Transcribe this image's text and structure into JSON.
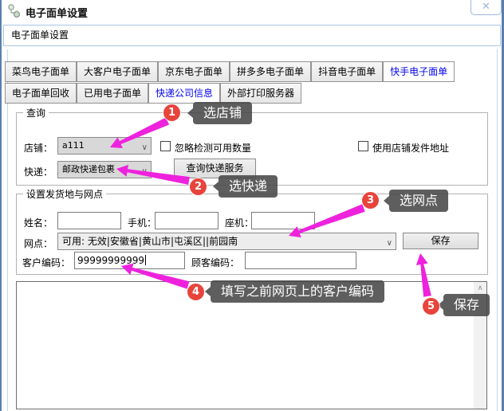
{
  "window": {
    "title": "电子面单设置"
  },
  "header": {
    "label": "电子面单设置"
  },
  "icons": {
    "close": "✕",
    "chevron_down": "∨",
    "scroll_up": "∧"
  },
  "tabs_row1": [
    {
      "label": "菜鸟电子面单",
      "selected": false
    },
    {
      "label": "大客户电子面单",
      "selected": false
    },
    {
      "label": "京东电子面单",
      "selected": false
    },
    {
      "label": "拼多多电子面单",
      "selected": false
    },
    {
      "label": "抖音电子面单",
      "selected": false
    },
    {
      "label": "快手电子面单",
      "selected": true
    }
  ],
  "tabs_row2": [
    {
      "label": "电子面单回收",
      "selected": false
    },
    {
      "label": "已用电子面单",
      "selected": false
    },
    {
      "label": "快递公司信息",
      "selected": true
    },
    {
      "label": "外部打印服务器",
      "selected": false
    }
  ],
  "query_group": {
    "title": "查询",
    "shop_label": "店铺：",
    "shop_value": "a111",
    "ignore_checkbox_label": "忽略检测可用数量",
    "use_shop_addr_checkbox_label": "使用店铺发件地址",
    "express_label": "快递：",
    "express_value": "邮政快递包裹",
    "query_service_button": "查询快递服务"
  },
  "address_group": {
    "title": "设置发货地与网点",
    "name_label": "姓名：",
    "name_value": "",
    "mobile_label": "手机：",
    "mobile_value": "",
    "landline_label": "座机：",
    "landline_value": "",
    "outlet_label": "网点：",
    "outlet_value": "可用: 无效|安徽省|黄山市|屯溪区||前园南",
    "save_button": "保存",
    "customer_code_label": "客户编码：",
    "customer_code_value": "99999999999",
    "buyer_code_label": "顾客编码：",
    "buyer_code_value": ""
  },
  "annotations": [
    {
      "num": "1",
      "tip": "选店铺"
    },
    {
      "num": "2",
      "tip": "选快递"
    },
    {
      "num": "3",
      "tip": "选网点"
    },
    {
      "num": "4",
      "tip": "填写之前网页上的客户编码"
    },
    {
      "num": "5",
      "tip": "保存"
    }
  ],
  "colors": {
    "arrow_magenta": "#ee22dd",
    "annotation_red": "#e8443c",
    "tab_selected_text": "#0303ef",
    "tooltip_bg": "#484848",
    "window_border": "#5a7fae"
  }
}
